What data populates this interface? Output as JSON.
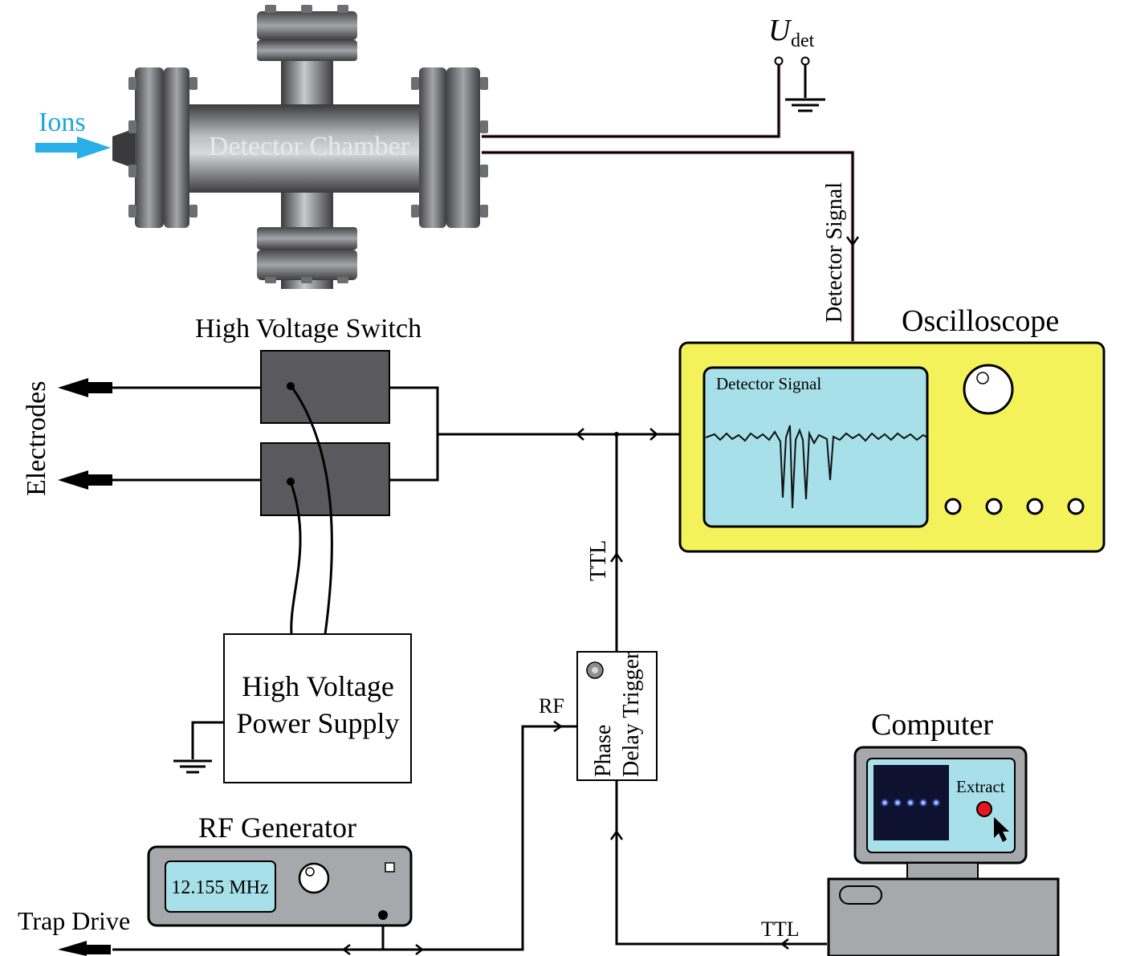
{
  "labels": {
    "ions": "Ions",
    "detector_chamber": "Detector Chamber",
    "u_det_main": "U",
    "u_det_sub": "det",
    "detector_signal_wire": "Detector Signal",
    "oscilloscope": "Oscilloscope",
    "screen_title": "Detector Signal",
    "high_voltage_switch": "High Voltage Switch",
    "electrodes": "Electrodes",
    "hv_supply_line1": "High Voltage",
    "hv_supply_line2": "Power Supply",
    "ttl_up": "TTL",
    "ttl_bottom": "TTL",
    "rf": "RF",
    "phase_delay_line1": "Phase",
    "phase_delay_line2": "Delay Trigger",
    "computer": "Computer",
    "extract": "Extract",
    "rf_generator": "RF Generator",
    "frequency": "12.155 MHz",
    "trap_drive": "Trap Drive"
  },
  "colors": {
    "ions_label": "#1aa7e0",
    "ion_arrow": "#29aee8",
    "oscilloscope_body": "#f4f25a",
    "screen": "#a8e0ea",
    "switch_box": "#5a5a5e",
    "rf_generator_body": "#a7a8ab",
    "computer_body": "#a7a8ab",
    "extract_button": "#e8151b",
    "wire": "#000000",
    "wire_glow": "#d04040"
  }
}
